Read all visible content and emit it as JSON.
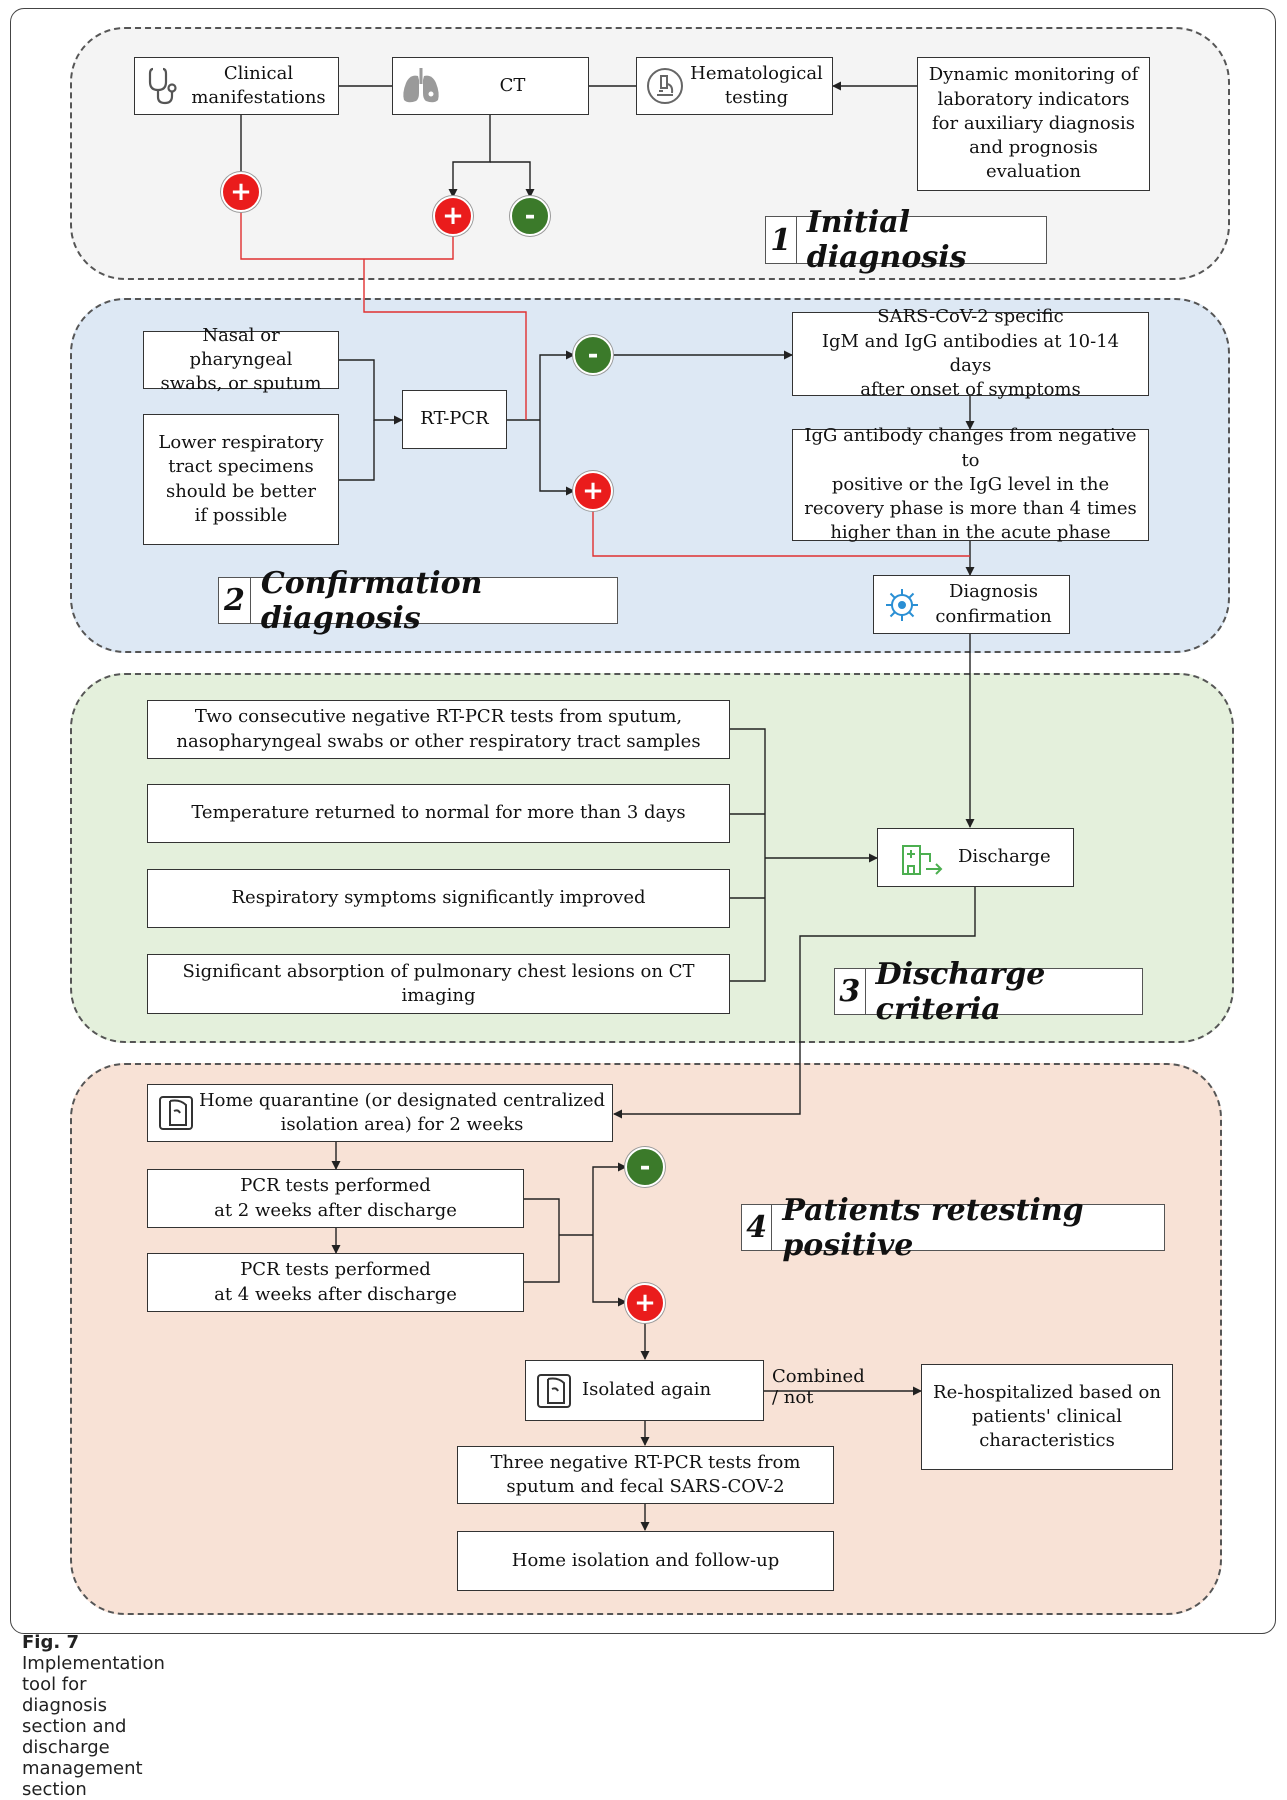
{
  "colors": {
    "panel1": "#f4f4f4",
    "panel2": "#dde8f4",
    "panel3": "#e4f0dc",
    "panel4": "#f8e2d6",
    "plus": "#ea1c1c",
    "minus": "#3b7a2a",
    "positive_path": "#e03030",
    "connector": "#222222",
    "diagnosis_icon": "#2a8fd4",
    "discharge_icon": "#4caf50",
    "ct_icon": "#9a9a9a"
  },
  "sections": {
    "s1": {
      "num": "1",
      "name": "Initial diagnosis"
    },
    "s2": {
      "num": "2",
      "name": "Confirmation diagnosis"
    },
    "s3": {
      "num": "3",
      "name": "Discharge criteria"
    },
    "s4": {
      "num": "4",
      "name": "Patients retesting positive"
    }
  },
  "nodes": {
    "clinical": {
      "label": "Clinical\nmanifestations",
      "icon": "stethoscope-icon"
    },
    "ct": {
      "label": "CT",
      "icon": "lungs-icon"
    },
    "hematological": {
      "label": "Hematological\ntesting",
      "icon": "microscope-icon"
    },
    "dynamic": {
      "label": "Dynamic monitoring of\nlaboratory indicators\nfor auxiliary diagnosis\nand prognosis\nevaluation"
    },
    "nasal": {
      "label": "Nasal or pharyngeal\nswabs, or sputum"
    },
    "lower": {
      "label": "Lower respiratory\ntract specimens\nshould be better\nif possible"
    },
    "rtpcr": {
      "label": "RT-PCR"
    },
    "sars": {
      "label": "SARS-CoV-2 specific\nIgM and IgG antibodies at 10-14 days\nafter onset of symptoms"
    },
    "igg": {
      "label": "IgG antibody changes from negative to\npositive or the IgG level in the\nrecovery phase is more than 4 times\nhigher than in the acute phase"
    },
    "diagnosis": {
      "label": "Diagnosis\nconfirmation",
      "icon": "virus-icon"
    },
    "crit1": {
      "label": "Two consecutive negative RT-PCR tests from sputum,\nnasopharyngeal swabs or other respiratory tract samples"
    },
    "crit2": {
      "label": "Temperature returned to normal for more than 3 days"
    },
    "crit3": {
      "label": "Respiratory symptoms significantly improved"
    },
    "crit4": {
      "label": "Significant absorption of pulmonary chest lesions on CT\nimaging"
    },
    "discharge": {
      "label": "Discharge",
      "icon": "hospital-exit-icon"
    },
    "home_quarantine": {
      "label": "Home quarantine (or designated centralized\nisolation area) for 2 weeks",
      "icon": "door-icon"
    },
    "pcr2": {
      "label": "PCR tests performed\nat 2 weeks after discharge"
    },
    "pcr4": {
      "label": "PCR tests performed\nat 4 weeks after discharge"
    },
    "isolated": {
      "label": "Isolated again",
      "icon": "door-icon"
    },
    "rehosp": {
      "label": "Re-hospitalized based on\npatients' clinical\ncharacteristics"
    },
    "three_neg": {
      "label": "Three negative RT-PCR tests from\nsputum and fecal SARS-COV-2"
    },
    "home_iso": {
      "label": "Home isolation and follow-up"
    }
  },
  "badges": {
    "plus": "+",
    "minus": "-"
  },
  "edge_labels": {
    "combined": "Combined / not"
  },
  "caption": {
    "fig": "Fig. 7",
    "text": " Implementation tool for diagnosis section and discharge management section"
  }
}
